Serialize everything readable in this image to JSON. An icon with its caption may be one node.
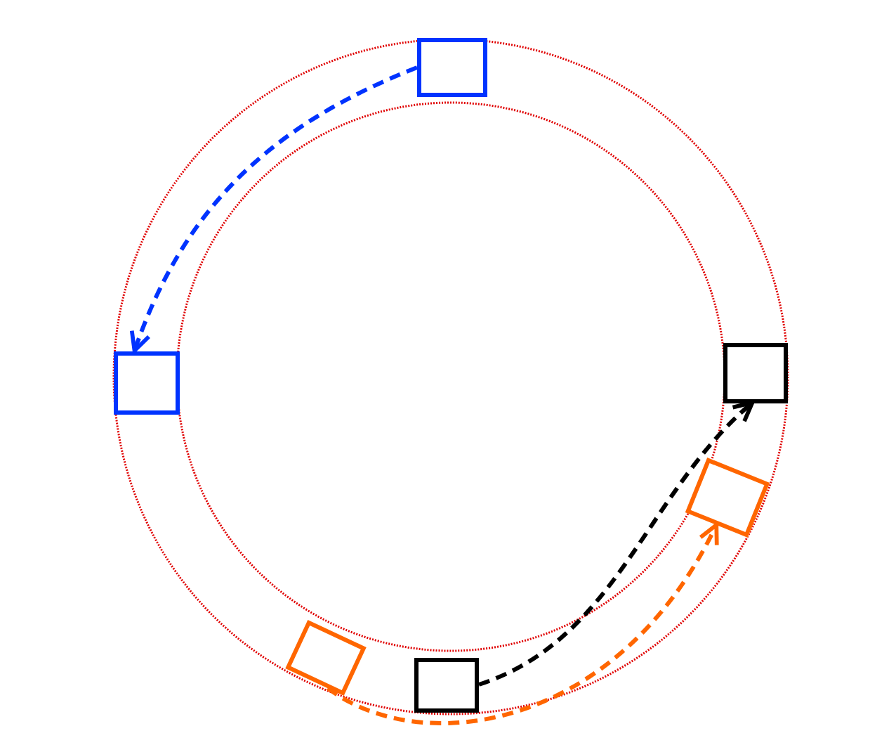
{
  "diagram": {
    "nodes": [
      {
        "text": [],
        "shape": "box"
      },
      {
        "text": [],
        "shape": "box"
      },
      {
        "text": [],
        "shape": "box"
      },
      {
        "text": [],
        "shape": "box"
      },
      {
        "text": [],
        "shape": "box"
      },
      {
        "text": [],
        "shape": "box"
      }
    ],
    "edges": [
      {
        "from": 0,
        "to": 2,
        "arrow": "to",
        "style": "dashed",
        "color": "#0033ff"
      },
      {
        "from": 5,
        "to": 1,
        "arrow": "to",
        "style": "dashed",
        "color": "#000000"
      },
      {
        "from": 4,
        "to": 3,
        "arrow": "to",
        "style": "dashed",
        "color": "#ff6600"
      }
    ]
  }
}
